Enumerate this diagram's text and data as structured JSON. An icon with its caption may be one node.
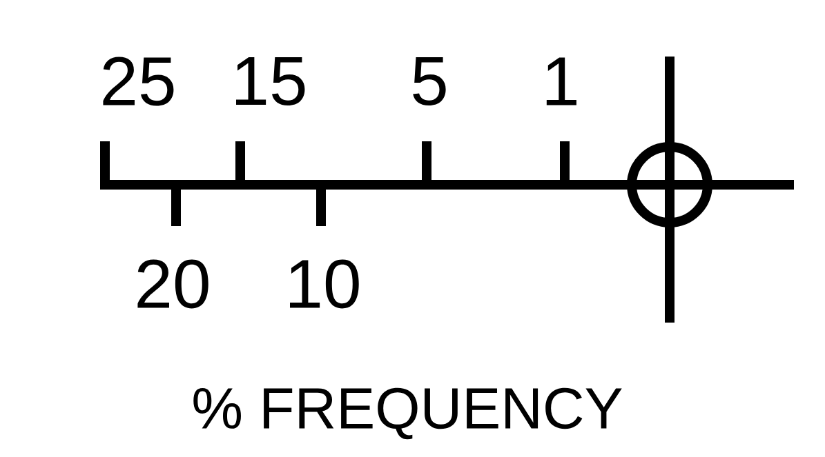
{
  "diagram": {
    "labels": [
      "25",
      "15",
      "5",
      "1",
      "20",
      "10",
      "% FREQUENCY"
    ]
  }
}
